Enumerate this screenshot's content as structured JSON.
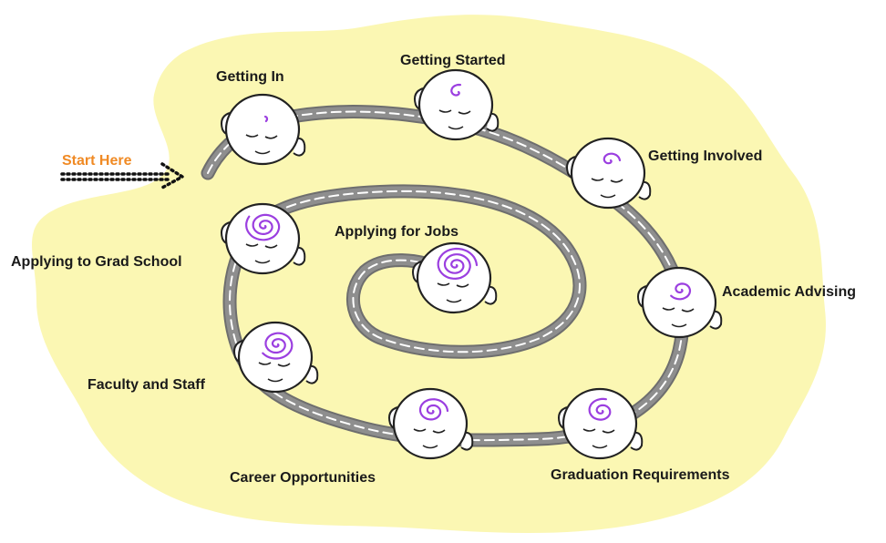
{
  "start": {
    "label": "Start Here"
  },
  "stops": [
    {
      "id": "getting-in",
      "label": "Getting In",
      "spiral_turns": 0.2
    },
    {
      "id": "getting-started",
      "label": "Getting Started",
      "spiral_turns": 0.8
    },
    {
      "id": "getting-involved",
      "label": "Getting Involved",
      "spiral_turns": 1.0
    },
    {
      "id": "academic-advising",
      "label": "Academic Advising",
      "spiral_turns": 1.4
    },
    {
      "id": "graduation-requirements",
      "label": "Graduation Requirements",
      "spiral_turns": 1.8
    },
    {
      "id": "career-opportunities",
      "label": "Career Opportunities",
      "spiral_turns": 2.0
    },
    {
      "id": "faculty-and-staff",
      "label": "Faculty and Staff",
      "spiral_turns": 2.4
    },
    {
      "id": "applying-to-grad-school",
      "label": "Applying to Grad School",
      "spiral_turns": 2.6
    },
    {
      "id": "applying-for-jobs",
      "label": "Applying for Jobs",
      "spiral_turns": 3.0
    }
  ],
  "colors": {
    "background_blob": "#fbf7b3",
    "road": "#8e8e8e",
    "road_edge": "#6e6e6e",
    "road_dash": "#ffffff",
    "face_fill": "#ffffff",
    "face_stroke": "#222222",
    "swirl": "#9b3fe0",
    "start_text": "#f08a24"
  }
}
